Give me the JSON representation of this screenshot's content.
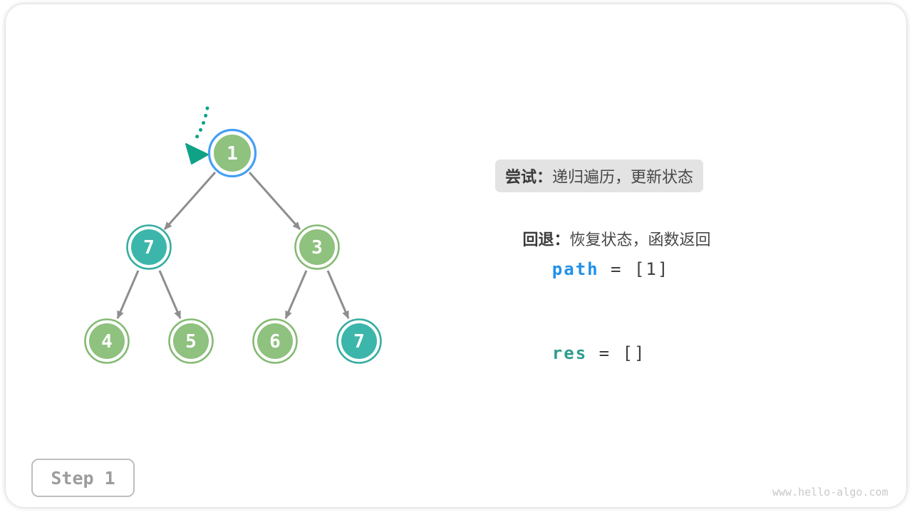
{
  "page": {
    "step_label": "Step 1",
    "watermark": "www.hello-algo.com"
  },
  "panel": {
    "try": {
      "label": "尝试：",
      "text": "递归遍历，更新状态"
    },
    "backtrack": {
      "label": "回退：",
      "text": "恢复状态，函数返回"
    },
    "path": {
      "keyword": "path",
      "rest": " = [1]"
    },
    "res": {
      "keyword": "res",
      "rest": " = []"
    }
  },
  "tree": {
    "description": "binary tree traversed by backtracking, arrow marks current node",
    "nodes": [
      {
        "value": "1",
        "state": "current"
      },
      {
        "value": "7",
        "state": "highlighted"
      },
      {
        "value": "3",
        "state": "normal"
      },
      {
        "value": "4",
        "state": "normal"
      },
      {
        "value": "5",
        "state": "normal"
      },
      {
        "value": "6",
        "state": "normal"
      },
      {
        "value": "7",
        "state": "highlighted"
      }
    ],
    "edges": [
      "1-7",
      "1-3",
      "7-4",
      "7-5",
      "3-6",
      "3-7"
    ]
  },
  "colors": {
    "node_green": "#8FC17F",
    "node_green_ring": "#85BA74",
    "node_teal": "#3CB6AA",
    "node_teal_ring": "#35ADA0",
    "current_ring_blue": "#459FF3",
    "traversal_arrow_teal": "#0FA287",
    "edge_gray": "#8E8E8E",
    "path_keyword_blue": "#2090E8",
    "res_keyword_teal": "#2E9C8C",
    "highlight_bg": "#E3E3E3"
  }
}
